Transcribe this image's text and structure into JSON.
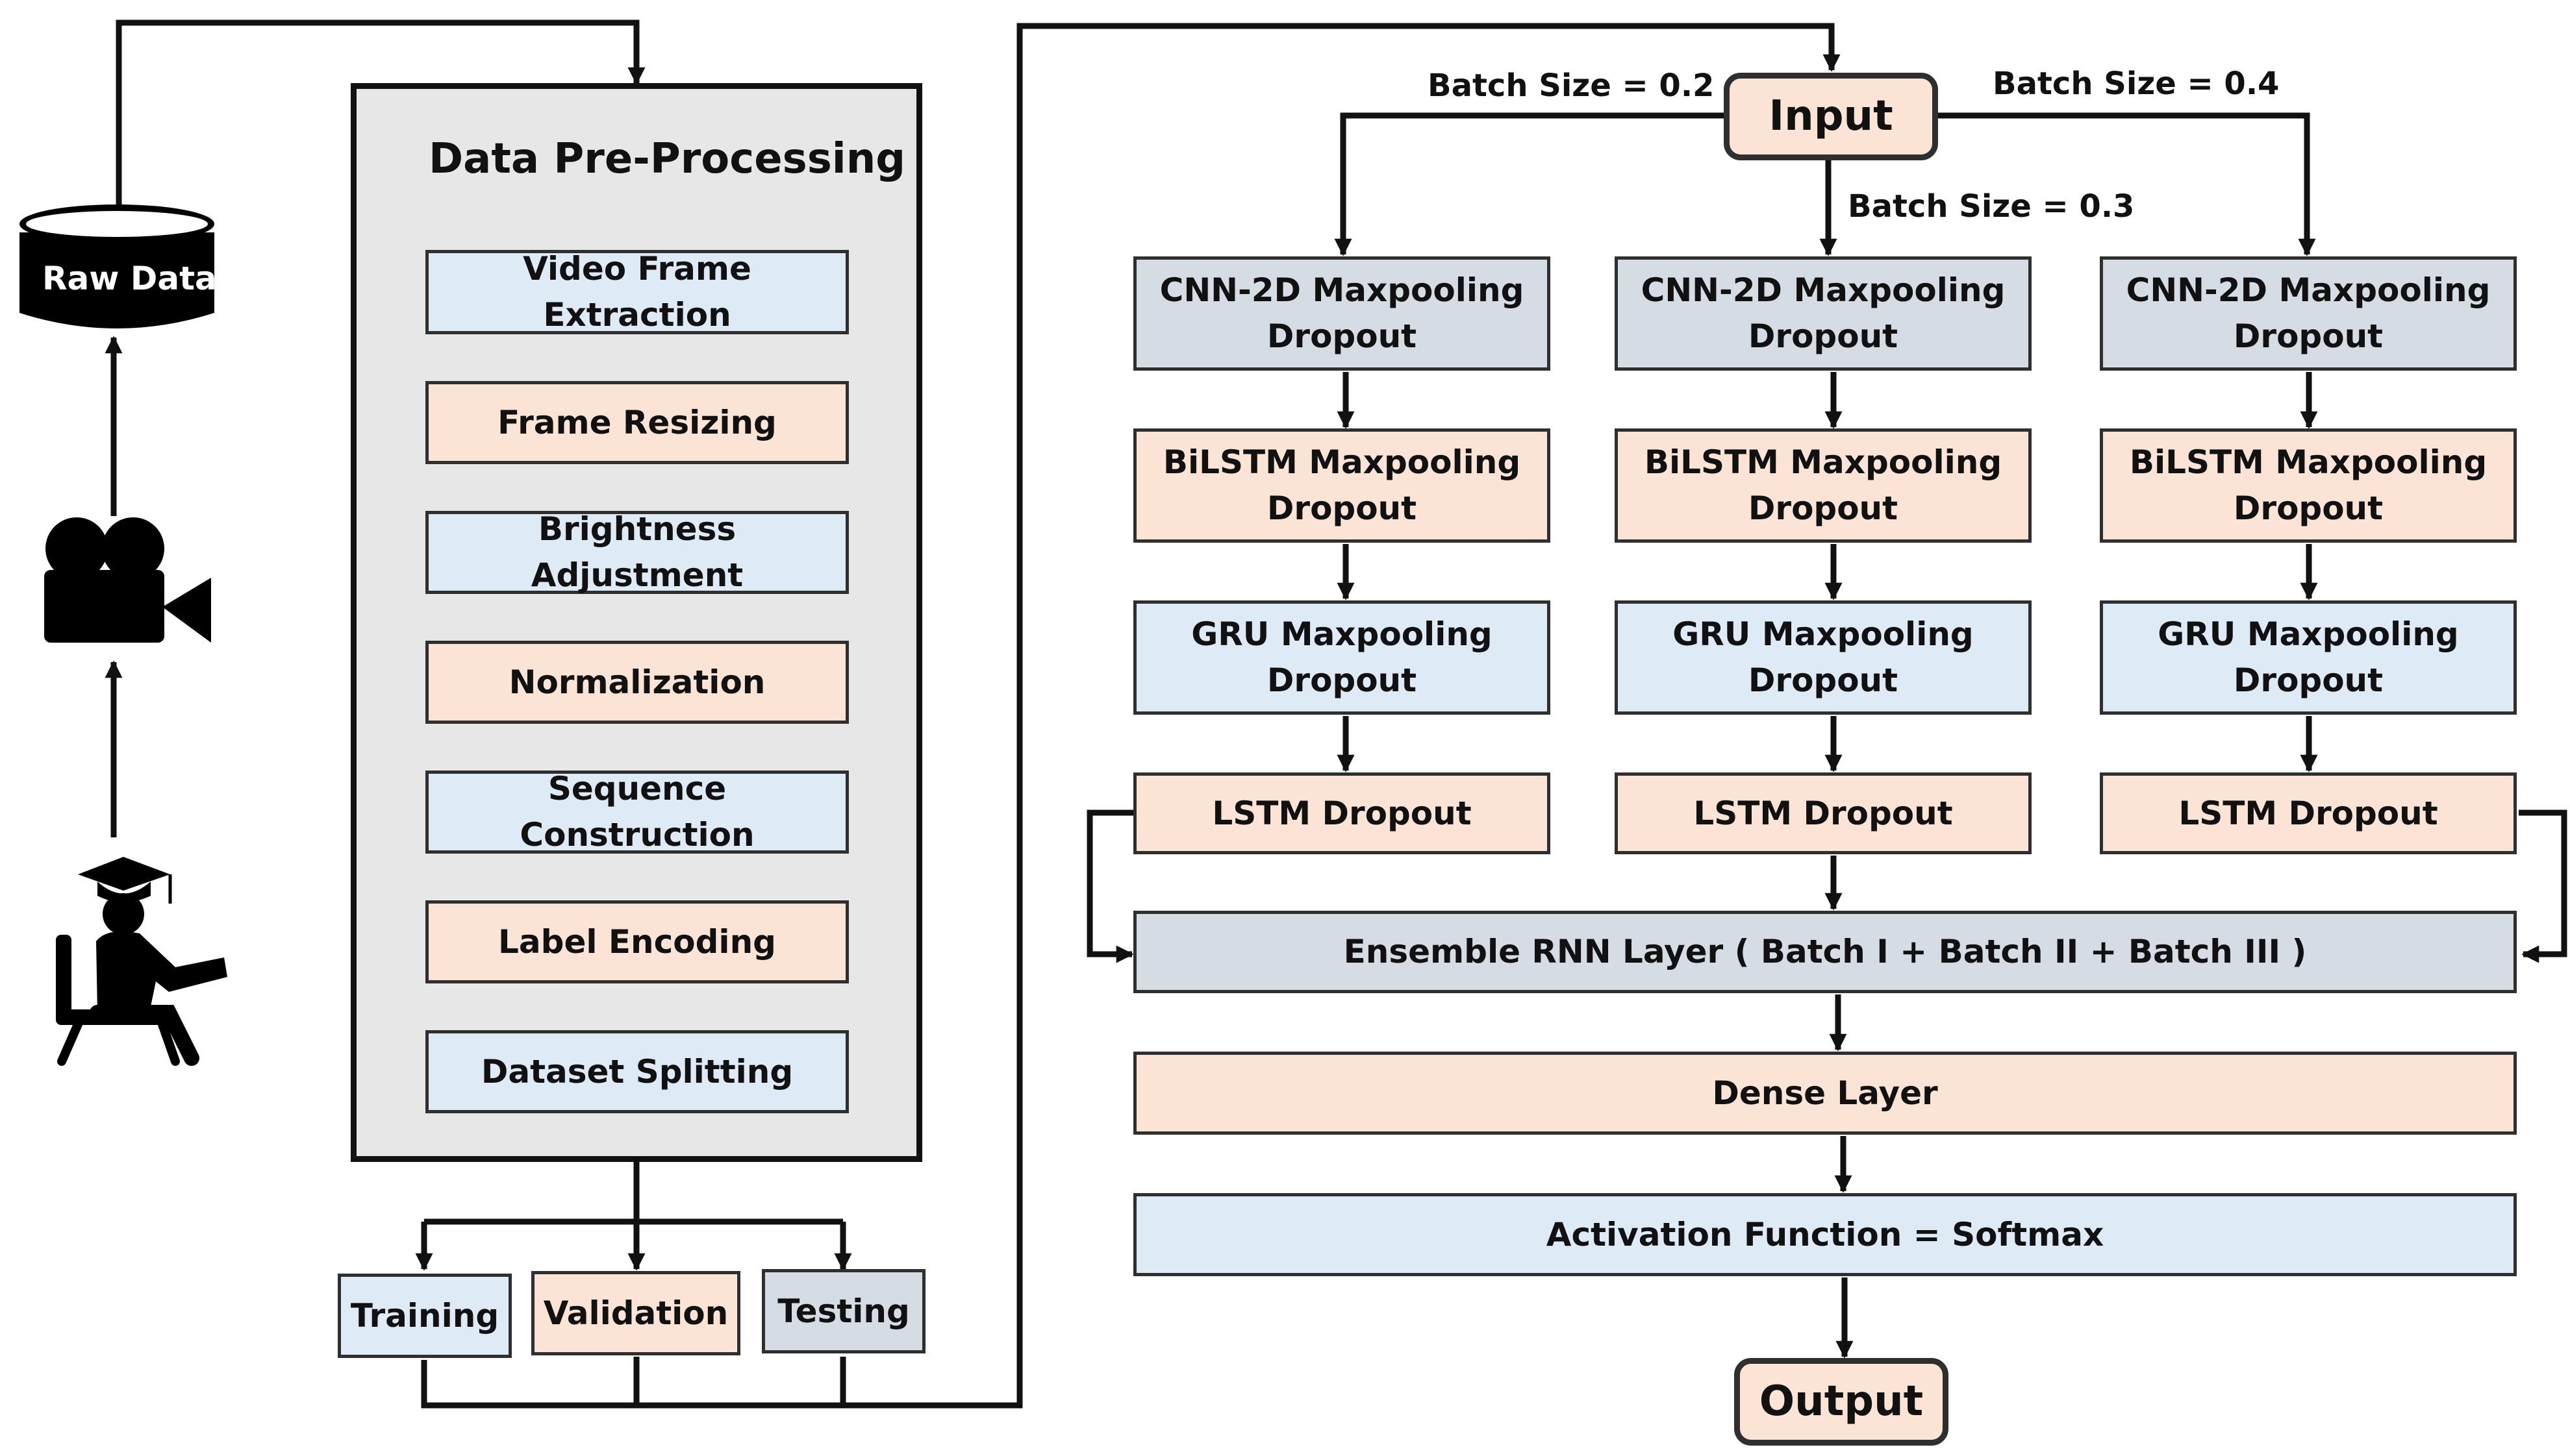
{
  "raw_data_label": "Raw Data",
  "icons": {
    "database": "database-cylinder-icon",
    "camera": "video-camera-icon",
    "student": "student-at-desk-icon"
  },
  "preprocessing": {
    "title": "Data Pre-Processing",
    "steps": [
      "Video Frame Extraction",
      "Frame Resizing",
      "Brightness Adjustment",
      "Normalization",
      "Sequence Construction",
      "Label Encoding",
      "Dataset Splitting"
    ]
  },
  "splits": [
    "Training",
    "Validation",
    "Testing"
  ],
  "input_label": "Input",
  "batch_labels": [
    "Batch Size = 0.2",
    "Batch Size = 0.3",
    "Batch Size = 0.4"
  ],
  "branch_layers": [
    "CNN-2D Maxpooling\nDropout",
    "BiLSTM Maxpooling\nDropout",
    "GRU Maxpooling\nDropout",
    "LSTM Dropout"
  ],
  "ensemble_label": "Ensemble RNN Layer ( Batch I + Batch II + Batch III )",
  "dense_label": "Dense Layer",
  "activation_label": "Activation Function = Softmax",
  "output_label": "Output",
  "colors": {
    "blue_fill": "#deebf7",
    "peach_fill": "#fbe4d5",
    "gray_fill": "#d6dce4",
    "panel_fill": "#e7e7e7",
    "line": "#111111"
  }
}
